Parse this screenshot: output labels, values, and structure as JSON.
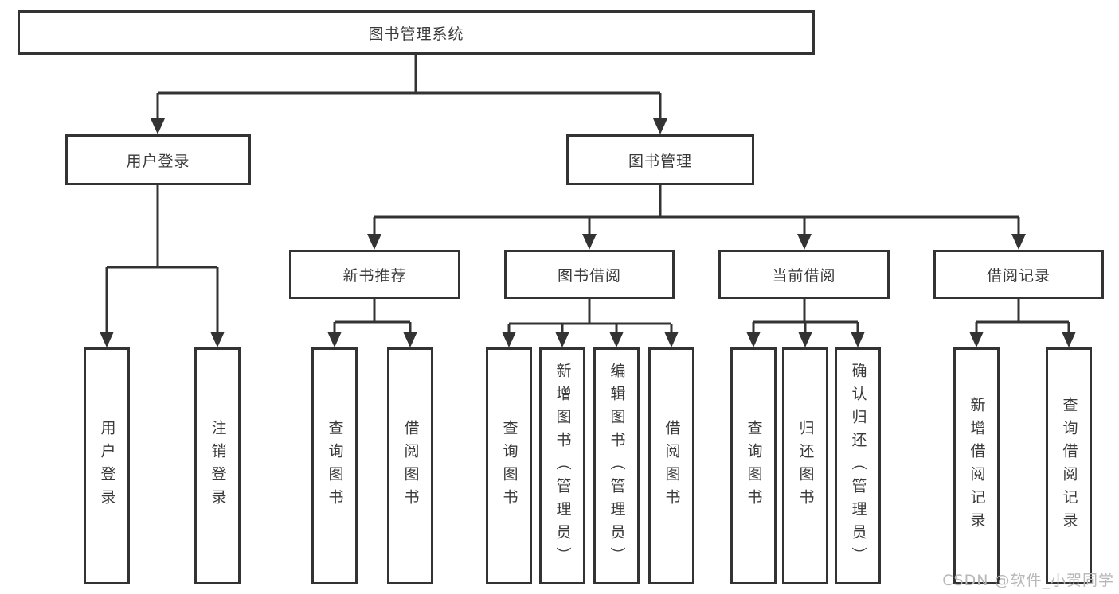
{
  "diagram": {
    "root": {
      "label": "图书管理系统"
    },
    "level2": [
      {
        "label": "用户登录"
      },
      {
        "label": "图书管理"
      }
    ],
    "level3": [
      {
        "label": "新书推荐"
      },
      {
        "label": "图书借阅"
      },
      {
        "label": "当前借阅"
      },
      {
        "label": "借阅记录"
      }
    ],
    "leaves": {
      "login": [
        {
          "label": "用户登录"
        },
        {
          "label": "注销登录"
        }
      ],
      "recommend": [
        {
          "label": "查询图书"
        },
        {
          "label": "借阅图书"
        }
      ],
      "borrow": [
        {
          "label": "查询图书"
        },
        {
          "label": "新增图书（管理员）"
        },
        {
          "label": "编辑图书（管理员）"
        },
        {
          "label": "借阅图书"
        }
      ],
      "current": [
        {
          "label": "查询图书"
        },
        {
          "label": "归还图书"
        },
        {
          "label": "确认归还（管理员）"
        }
      ],
      "records": [
        {
          "label": "新增借阅记录"
        },
        {
          "label": "查询借阅记录"
        }
      ]
    }
  },
  "watermark": {
    "text": "CSDN @软件_小贺同学"
  },
  "colors": {
    "line": "#333333",
    "text": "#3a3a3a",
    "watermark": "#b8b8b8",
    "background": "#ffffff"
  }
}
